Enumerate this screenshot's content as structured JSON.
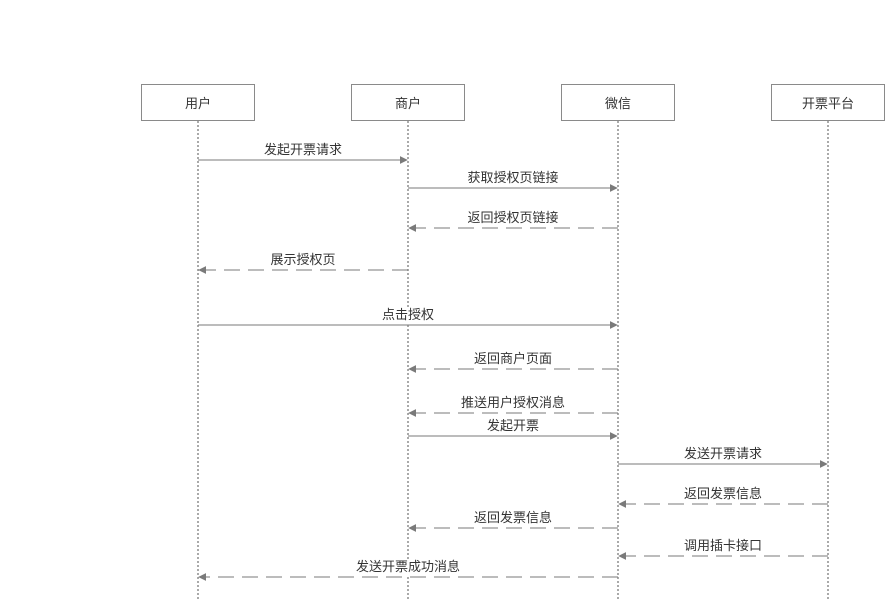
{
  "colors": {
    "line": "#7a7a7a",
    "border": "#8a8a8a",
    "text": "#333333"
  },
  "actors": [
    {
      "id": "user",
      "label": "用户"
    },
    {
      "id": "merchant",
      "label": "商户"
    },
    {
      "id": "wechat",
      "label": "微信"
    },
    {
      "id": "platform",
      "label": "开票平台"
    }
  ],
  "messages": [
    {
      "from": 0,
      "to": 1,
      "label": "发起开票请求",
      "style": "solid"
    },
    {
      "from": 1,
      "to": 2,
      "label": "获取授权页链接",
      "style": "solid"
    },
    {
      "from": 2,
      "to": 1,
      "label": "返回授权页链接",
      "style": "dashed"
    },
    {
      "from": 1,
      "to": 0,
      "label": "展示授权页",
      "style": "dashed"
    },
    {
      "from": 0,
      "to": 2,
      "label": "点击授权",
      "style": "solid"
    },
    {
      "from": 2,
      "to": 1,
      "label": "返回商户页面",
      "style": "dashed"
    },
    {
      "from": 2,
      "to": 1,
      "label": "推送用户授权消息",
      "style": "dashed"
    },
    {
      "from": 1,
      "to": 2,
      "label": "发起开票",
      "style": "solid"
    },
    {
      "from": 2,
      "to": 3,
      "label": "发送开票请求",
      "style": "solid"
    },
    {
      "from": 3,
      "to": 2,
      "label": "返回发票信息",
      "style": "dashed"
    },
    {
      "from": 2,
      "to": 1,
      "label": "返回发票信息",
      "style": "dashed"
    },
    {
      "from": 3,
      "to": 2,
      "label": "调用插卡接口",
      "style": "dashed"
    },
    {
      "from": 2,
      "to": 0,
      "label": "发送开票成功消息",
      "style": "dashed"
    }
  ]
}
